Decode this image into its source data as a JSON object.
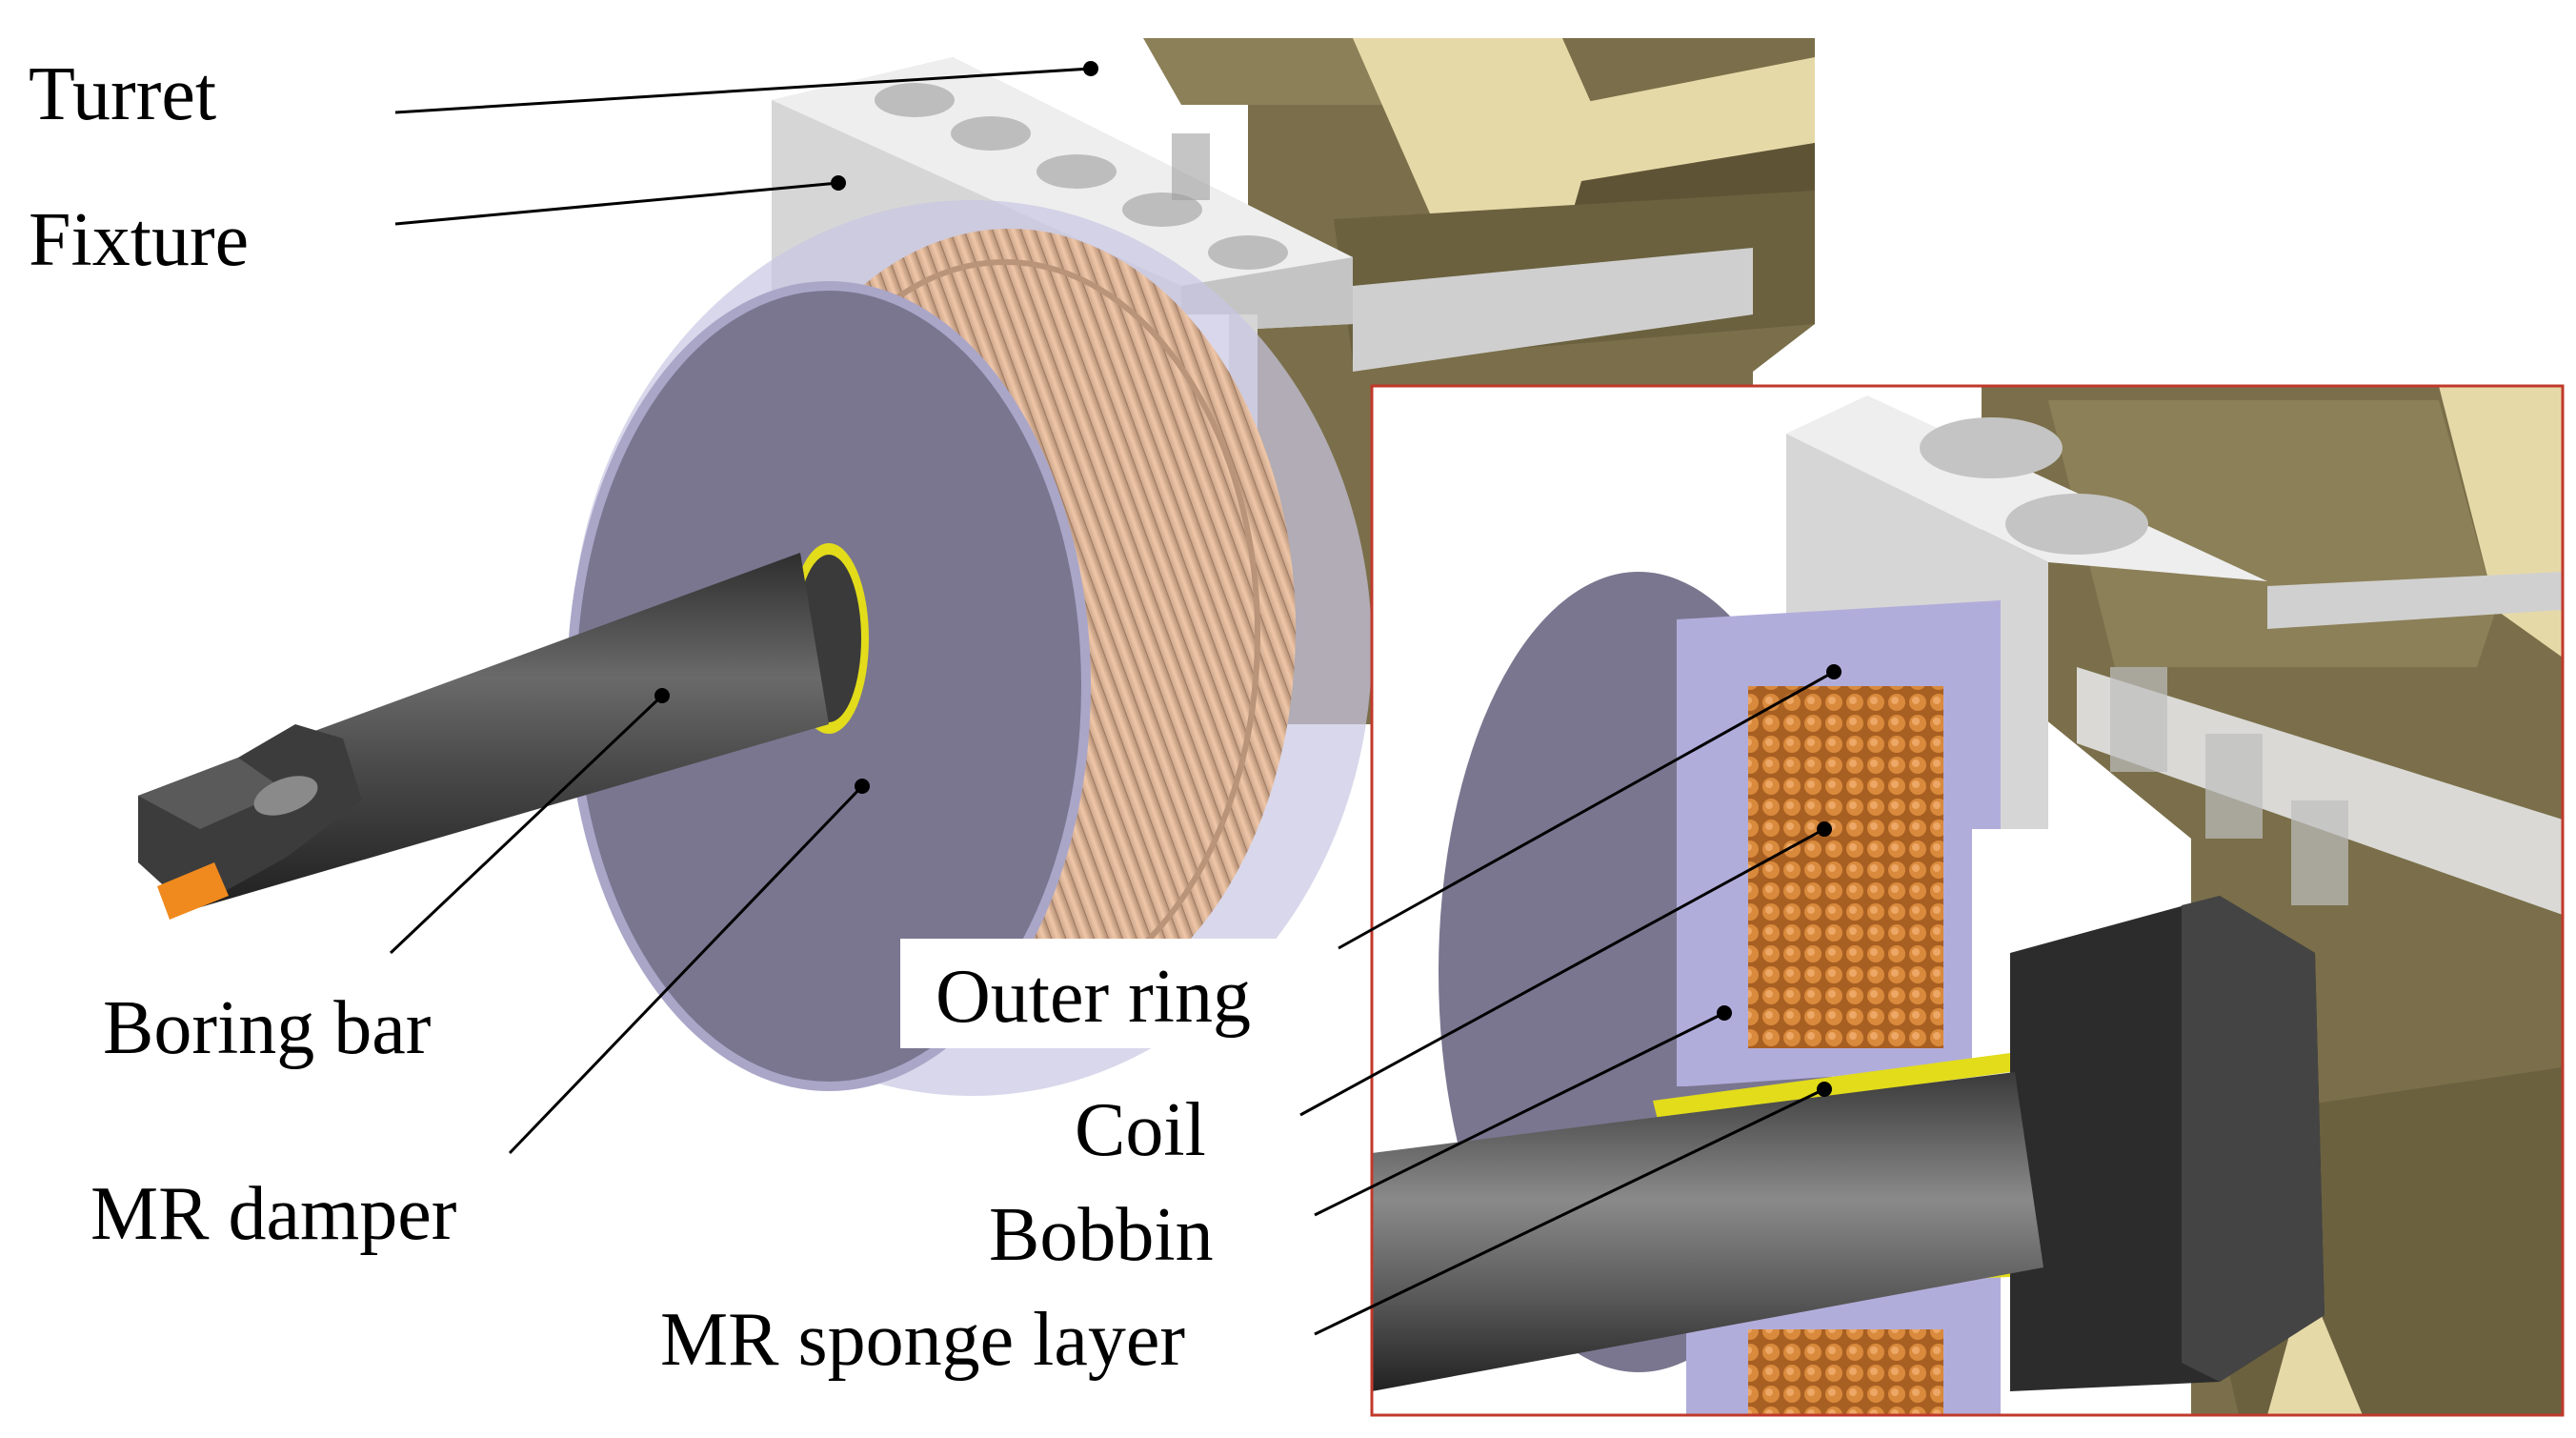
{
  "labels": {
    "turret": "Turret",
    "fixture": "Fixture",
    "boring_bar": "Boring bar",
    "mr_damper": "MR damper",
    "outer_ring": "Outer ring",
    "coil": "Coil",
    "bobbin": "Bobbin",
    "mr_sponge_layer": "MR sponge layer"
  },
  "colors": {
    "turret": "#7a6f4a",
    "turret_light": "#e6d9a8",
    "fixture": "#d8d8d8",
    "damper_face": "#7a7690",
    "damper_rim": "#b9b6d6",
    "coil": "#e2b48e",
    "coil_section": "#c97a35",
    "bar": "#4a4a4a",
    "insert": "#f08a1e",
    "sponge": "#e2dc1a",
    "inset_border": "#c0392b",
    "nut": "#2a2a2a"
  }
}
